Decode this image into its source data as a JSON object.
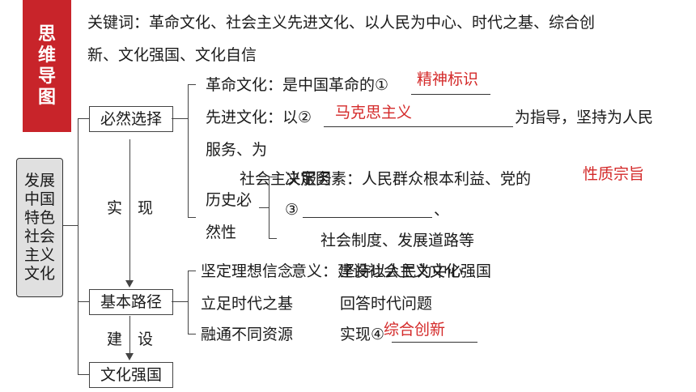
{
  "side_tag": [
    "思",
    "维",
    "导",
    "图"
  ],
  "keywords": {
    "line1": "关键词：革命文化、社会主义先进文化、以人民为中心、时代之基、综合创",
    "line2": "新、文化强国、文化自信"
  },
  "topic": "发展\n中国\n特色\n社会\n主义\n文化",
  "nodes": {
    "necessary": "必然选择",
    "realize": "实　现",
    "basic_path": "基本路径",
    "build": "建　设",
    "strong_nation": "文化强国"
  },
  "necessary_items": {
    "revolution": "革命文化：是中国革命的①",
    "revolution_answer": "精神标识",
    "advanced_a": "先进文化：以②",
    "advanced_answer": "马克思主义",
    "advanced_b": "为指导，坚持为人民",
    "advanced_c": "服务、为",
    "socialism_serve": "社会主义服务",
    "historical": "历史必",
    "inevitable": "然性",
    "factor": "决定因素：人民群众根本利益、党的",
    "factor_answer": "性质宗旨",
    "circle3": "③",
    "circle3_tail": "、",
    "system": "社会制度、发展道路等"
  },
  "path_items": {
    "ideals": "坚定理想信念",
    "ideals_overlap_a": "意义：建设社会主义文化强国",
    "ideals_overlap_b": "坚持以人民为中心",
    "era": "立足时代之基",
    "era_desc": "回答时代问题",
    "resources": "融通不同资源",
    "resources_desc": "实现④",
    "resources_answer": "综合创新"
  }
}
